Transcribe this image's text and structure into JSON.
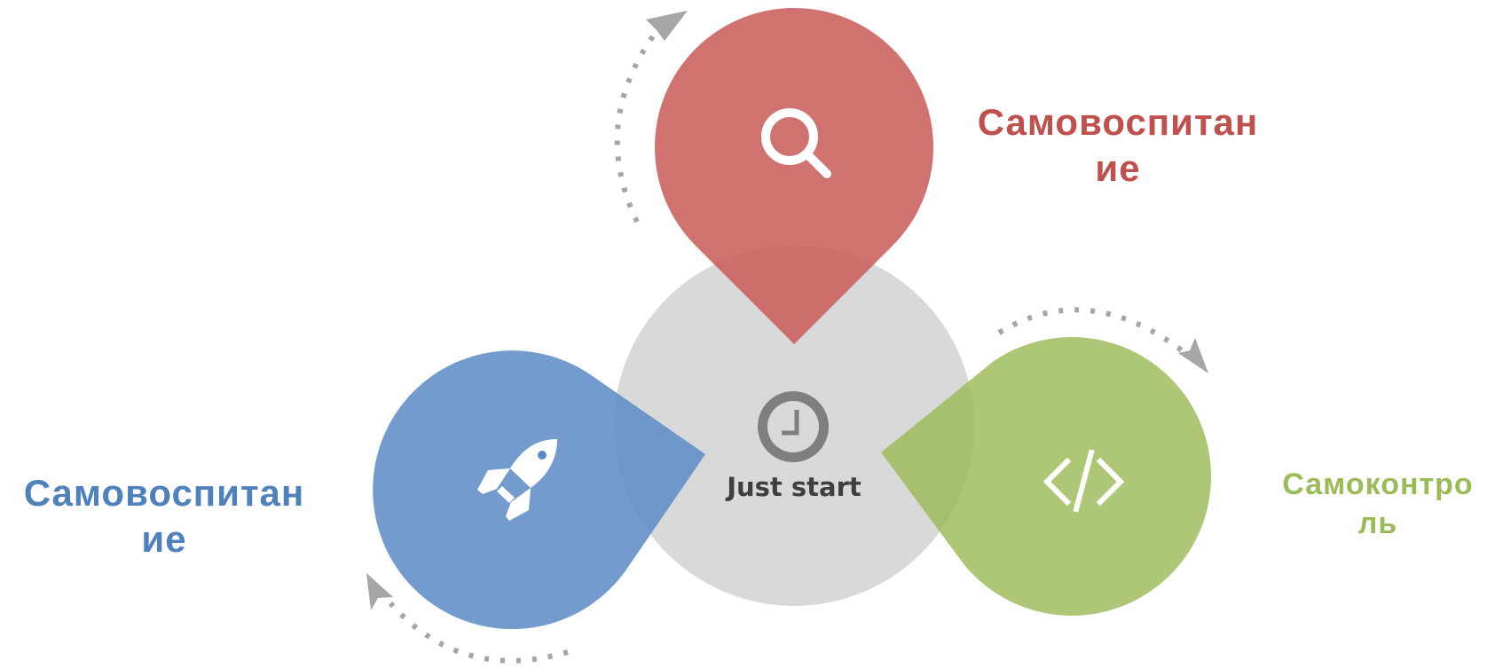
{
  "center": {
    "label": "Just start",
    "icon": "clock-icon",
    "color": "#d9d9d9",
    "icon_color": "#7f7f7f"
  },
  "nodes": {
    "top": {
      "label_line1": "Самовоспитан",
      "label_line2": "ие",
      "icon": "search-icon",
      "color": "#c9605c",
      "text_color": "#c0504d"
    },
    "left": {
      "label_line1": "Самовоспитан",
      "label_line2": "ие",
      "icon": "rocket-icon",
      "color": "#5b8ac6",
      "text_color": "#4f81bd"
    },
    "right": {
      "label_line1": "Самоконтро",
      "label_line2": "ль",
      "icon": "code-icon",
      "color": "#9bbb59",
      "text_color": "#9bbb59"
    }
  },
  "arrow_color": "#a6a6a6"
}
